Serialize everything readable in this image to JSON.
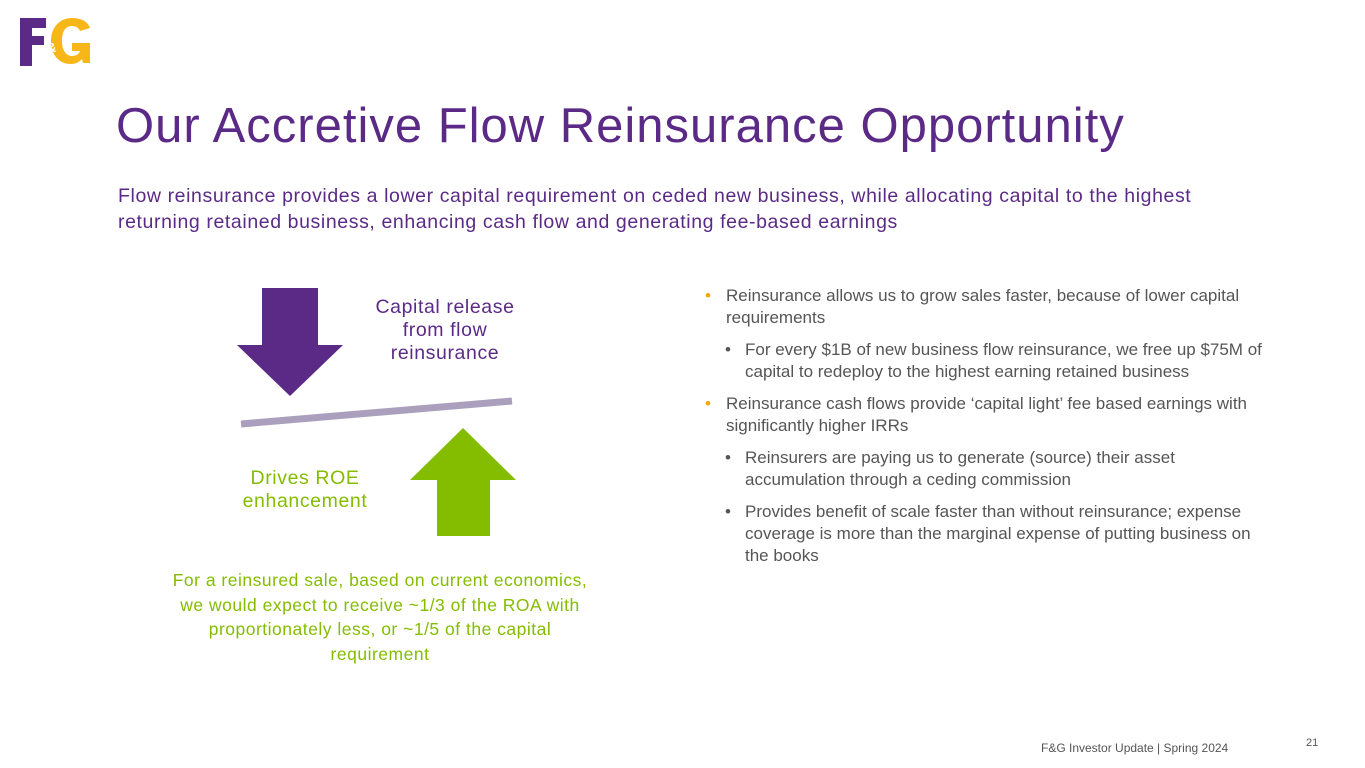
{
  "logo": {
    "text": "F&G"
  },
  "title": "Our Accretive Flow Reinsurance Opportunity",
  "subtitle": "Flow reinsurance provides a lower capital requirement on ceded new business, while allocating capital to the highest returning retained business, enhancing cash flow and generating fee-based earnings",
  "diagram": {
    "capital_release": "Capital release from flow reinsurance",
    "drives_roe": "Drives ROE enhancement",
    "note": "For a reinsured sale, based on current economics, we would expect to receive ~1/3 of the ROA with proportionately less, or ~1/5 of the capital requirement"
  },
  "bullets": [
    {
      "text": "Reinsurance allows us to grow sales faster, because of lower capital requirements"
    },
    {
      "text": "For every $1B of new business flow reinsurance, we free up $75M of capital to redeploy to the highest earning retained business"
    },
    {
      "text": "Reinsurance cash flows provide ‘capital light’ fee based earnings with significantly higher IRRs"
    },
    {
      "text": "Reinsurers are paying us to generate (source) their asset accumulation through a ceding commission"
    },
    {
      "text": "Provides benefit of scale faster than without reinsurance; expense coverage is more than the marginal expense of putting business on the books"
    }
  ],
  "footer": "F&G Investor Update | Spring 2024",
  "page_number": "21",
  "colors": {
    "purple": "#5b2a86",
    "green": "#84bd00",
    "gold": "#f2a900"
  }
}
